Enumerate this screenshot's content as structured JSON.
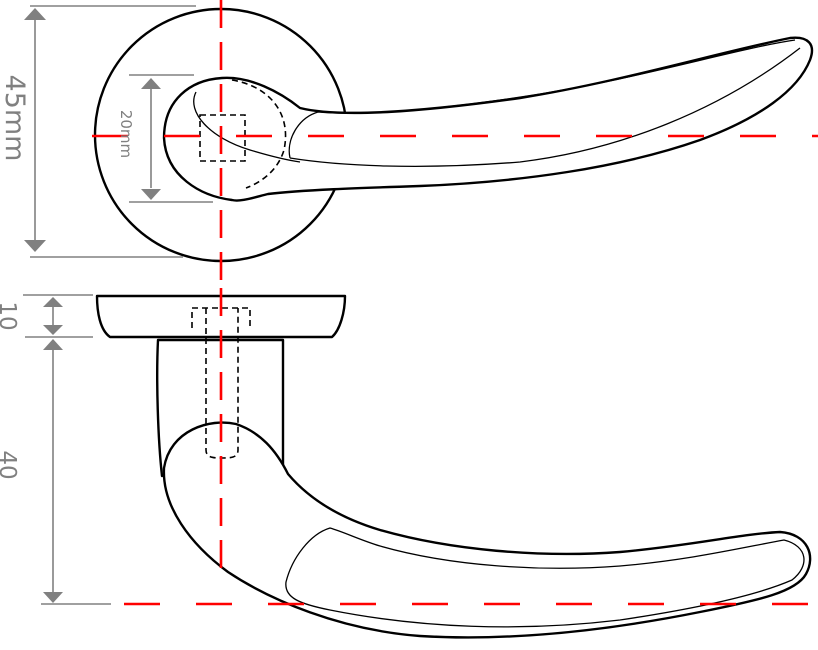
{
  "drawing": {
    "subject": "Door lever handle on round rose",
    "views": [
      "front view",
      "side view"
    ],
    "colors": {
      "outline": "#000000",
      "center_line": "#ff0000",
      "dimension": "#808080",
      "background": "#ffffff"
    }
  },
  "dimensions": {
    "rose_diameter": {
      "label": "45mm",
      "value": 45,
      "unit": "mm"
    },
    "lever_neck_height": {
      "label": "20mm",
      "value": 20,
      "unit": "mm"
    },
    "rose_thickness": {
      "label": "10",
      "value": 10
    },
    "lever_projection": {
      "label": "40",
      "value": 40
    }
  }
}
